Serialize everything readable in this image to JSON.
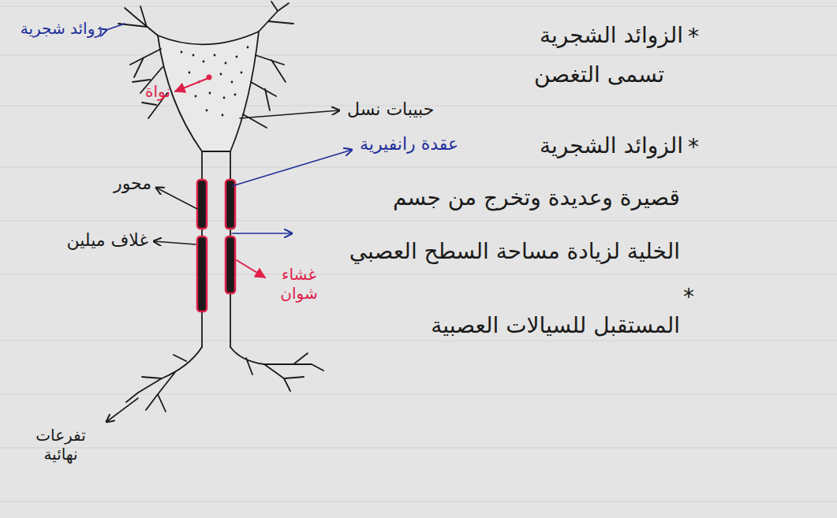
{
  "diagram": {
    "labels": [
      "زوائد شجرية",
      "حبيبات نسل",
      "عقدة رانفيرية",
      "نواة",
      "محور",
      "غلاف ميلين",
      "غشاء شوان",
      "تفرعات نهائية",
      "*",
      "الزوائد الشجرية",
      "تسمى التغصن",
      "*",
      "الزوائد الشجرية",
      "قصيرة وعديدة وتخرج من جسم",
      "الخلية لزيادة مساحة السطح العصبي",
      "*",
      "المستقبل للسيالات العصبية"
    ]
  }
}
